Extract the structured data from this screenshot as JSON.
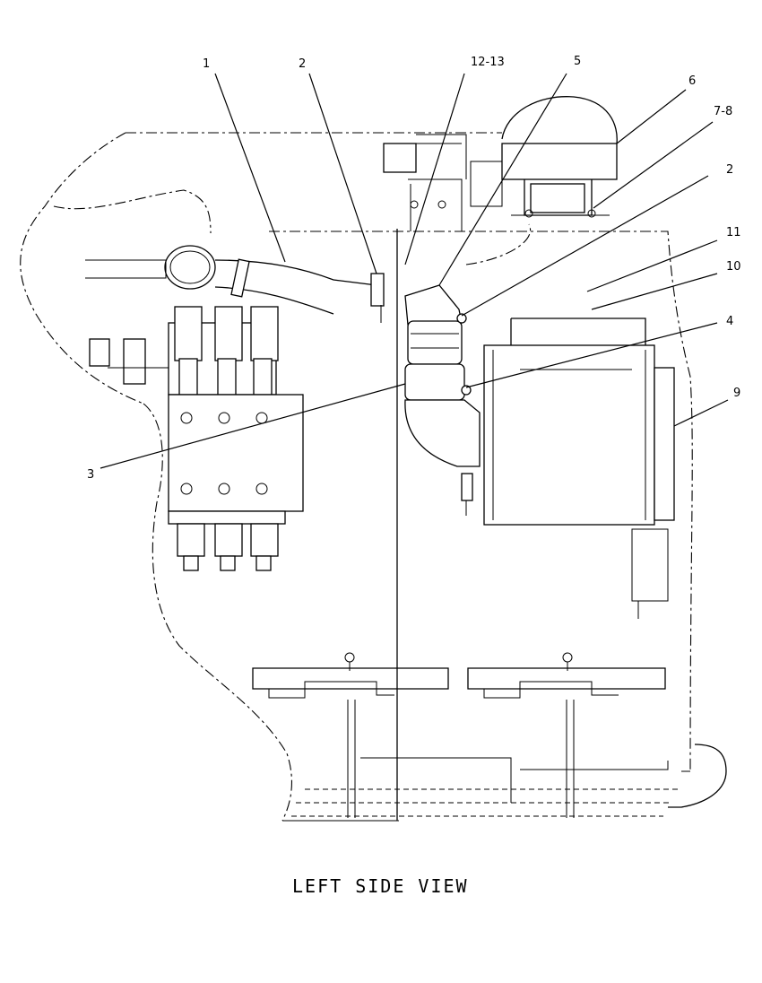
{
  "title": "LEFT SIDE VIEW",
  "callouts": [
    {
      "id": "c1",
      "label": "1"
    },
    {
      "id": "c2a",
      "label": "2"
    },
    {
      "id": "c1213",
      "label": "12-13"
    },
    {
      "id": "c5",
      "label": "5"
    },
    {
      "id": "c6",
      "label": "6"
    },
    {
      "id": "c78",
      "label": "7-8"
    },
    {
      "id": "c2b",
      "label": "2"
    },
    {
      "id": "c11",
      "label": "11"
    },
    {
      "id": "c10",
      "label": "10"
    },
    {
      "id": "c4",
      "label": "4"
    },
    {
      "id": "c9",
      "label": "9"
    },
    {
      "id": "c3",
      "label": "3"
    }
  ]
}
